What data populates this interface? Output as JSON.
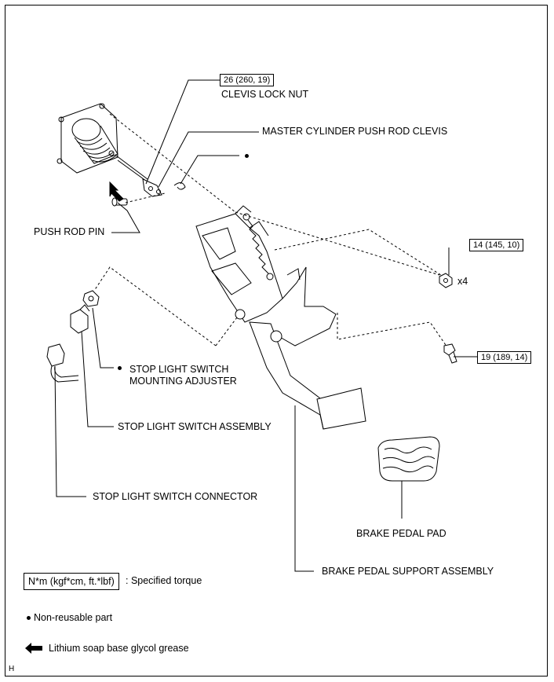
{
  "labels": {
    "clevis_lock_nut": "CLEVIS LOCK NUT",
    "master_cylinder_push_rod_clevis": "MASTER CYLINDER PUSH ROD CLEVIS",
    "push_rod_pin": "PUSH ROD PIN",
    "stop_light_switch_mounting_adjuster_line1": "STOP LIGHT SWITCH",
    "stop_light_switch_mounting_adjuster_line2": "MOUNTING ADJUSTER",
    "stop_light_switch_assembly": "STOP LIGHT SWITCH ASSEMBLY",
    "stop_light_switch_connector": "STOP LIGHT SWITCH CONNECTOR",
    "brake_pedal_pad": "BRAKE PEDAL PAD",
    "brake_pedal_support_assembly": "BRAKE PEDAL SUPPORT ASSEMBLY",
    "quantity_x4": "x4"
  },
  "torques": {
    "clevis_lock_nut": "26 (260, 19)",
    "support_nut": "14 (145, 10)",
    "support_bolt": "19 (189, 14)"
  },
  "legend": {
    "torque_unit": "N*m (kgf*cm, ft.*lbf)",
    "torque_desc": ": Specified torque",
    "non_reusable": "Non-reusable part",
    "grease": "Lithium soap base glycol grease"
  },
  "corner_mark": "H",
  "colors": {
    "line": "#000000",
    "background": "#ffffff"
  }
}
